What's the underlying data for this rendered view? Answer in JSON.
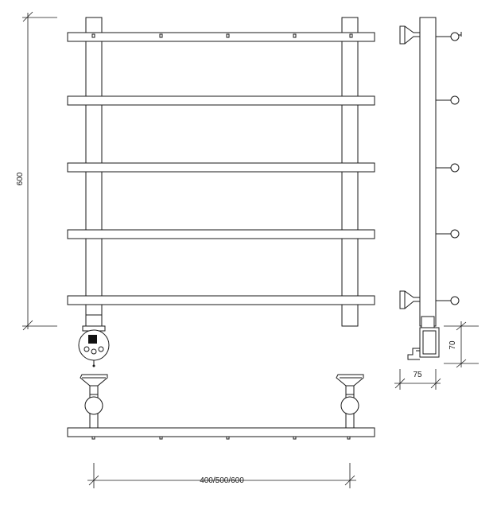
{
  "dimensions": {
    "height_label": "600",
    "width_label": "400/500/600",
    "depth_label": "75",
    "connector_label": "70"
  },
  "views": [
    "front-view",
    "side-view",
    "top-view"
  ],
  "rails_count": 5,
  "colors": {
    "line": "#1a1a1a",
    "background": "#ffffff",
    "heater_block": "#111111"
  }
}
